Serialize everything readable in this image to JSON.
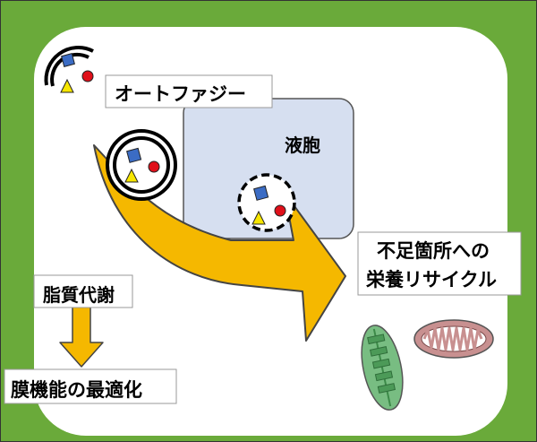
{
  "labels": {
    "autophagy": "オートファジー",
    "vacuole": "液胞",
    "recycle_line1": "不足箇所への",
    "recycle_line2": "栄養リサイクル",
    "lipid_metabolism": "脂質代謝",
    "membrane_optimization": "膜機能の最適化"
  },
  "colors": {
    "cell_wall": "#6aaa3a",
    "cytoplasm": "#ffffff",
    "vacuole": "#d6dff0",
    "vacuole_border": "#555555",
    "arrow": "#f5b800",
    "arrow_border": "#444444",
    "blue_square": "#3b6cc4",
    "red_circle": "#e0101a",
    "yellow_triangle": "#f7e600",
    "chloroplast": "#78bd82",
    "mitochondrion": "#c89090"
  },
  "icons": [
    "isolation-membrane-icon",
    "autophagosome-icon",
    "autophagic-body-icon",
    "chloroplast-icon",
    "mitochondrion-icon"
  ]
}
